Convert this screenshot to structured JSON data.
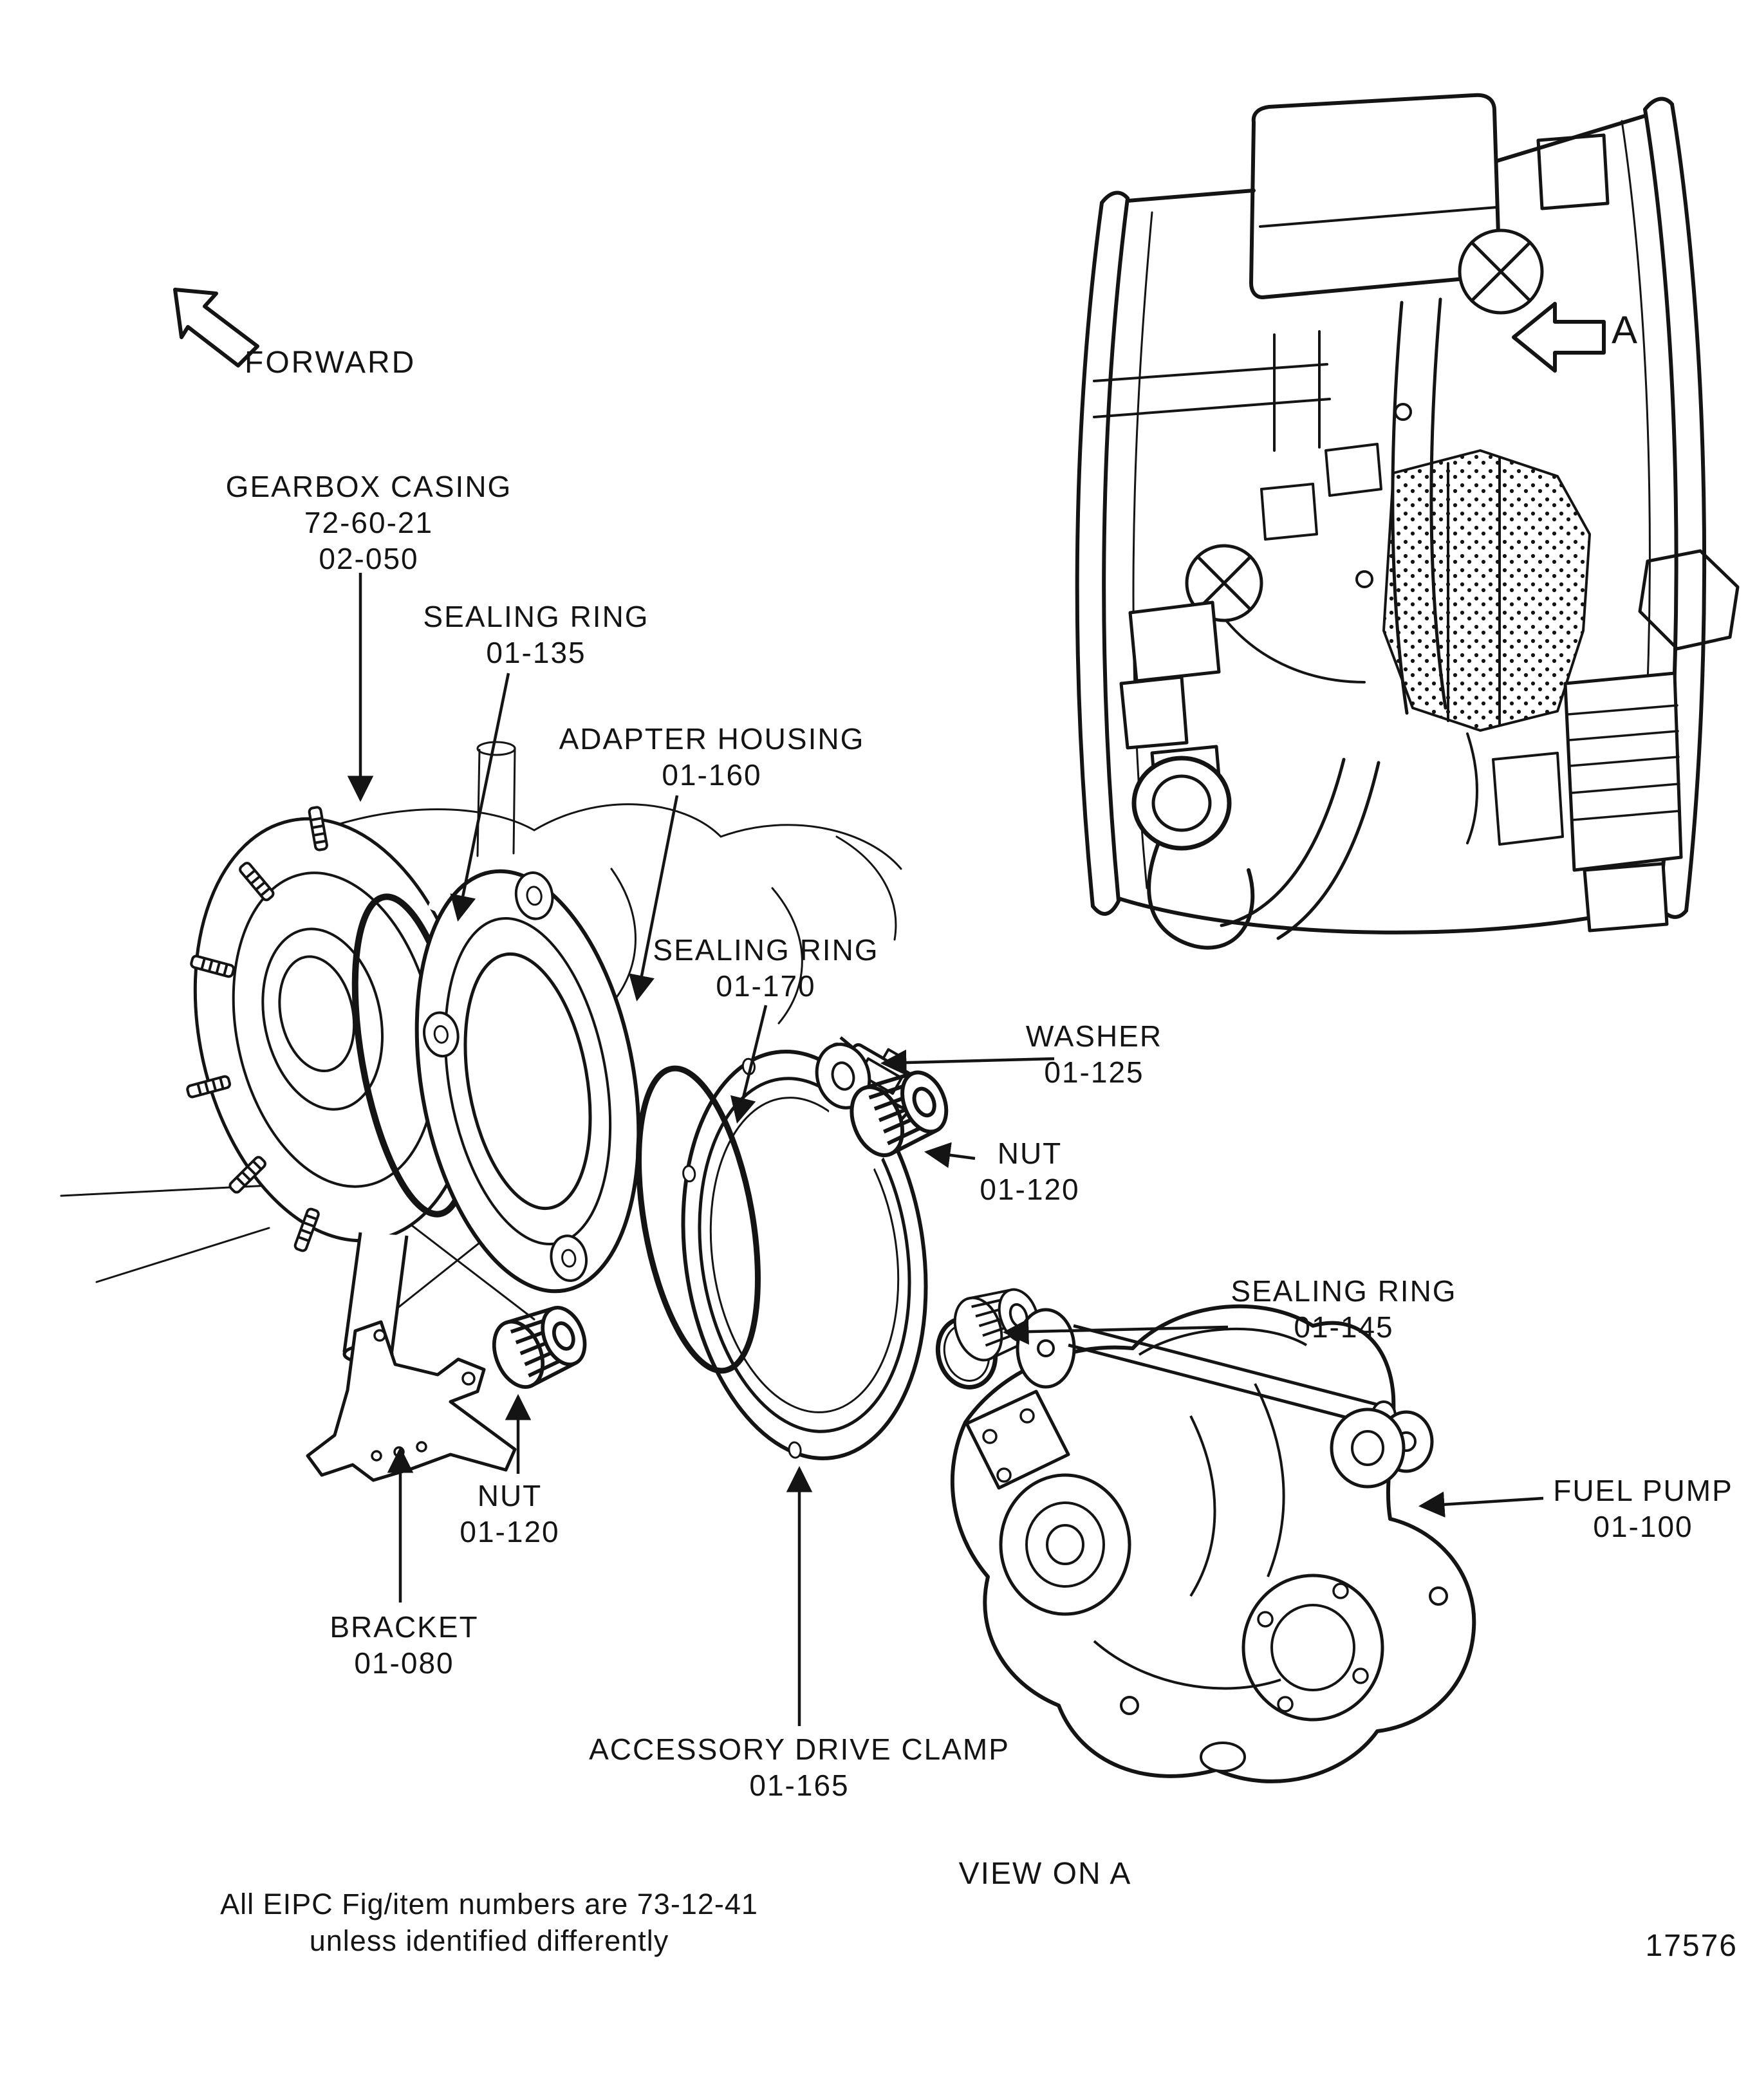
{
  "page": {
    "background": "#ffffff",
    "ink": "#141414",
    "figure_number": "17576",
    "view_caption": "VIEW ON A",
    "orientation_label": "FORWARD",
    "detail_marker": "A",
    "note": {
      "line1": "All EIPC Fig/item numbers are 73-12-41",
      "line2": "unless identified differently"
    }
  },
  "callouts": [
    {
      "id": "gearbox-casing",
      "lines": [
        "GEARBOX CASING",
        "72-60-21",
        "02-050"
      ]
    },
    {
      "id": "sealing-ring-135",
      "lines": [
        "SEALING RING",
        "01-135"
      ]
    },
    {
      "id": "adapter-housing",
      "lines": [
        "ADAPTER HOUSING",
        "01-160"
      ]
    },
    {
      "id": "sealing-ring-170",
      "lines": [
        "SEALING RING",
        "01-170"
      ]
    },
    {
      "id": "washer",
      "lines": [
        "WASHER",
        "01-125"
      ]
    },
    {
      "id": "nut-upper",
      "lines": [
        "NUT",
        "01-120"
      ]
    },
    {
      "id": "sealing-ring-145",
      "lines": [
        "SEALING RING",
        "01-145"
      ]
    },
    {
      "id": "fuel-pump",
      "lines": [
        "FUEL PUMP",
        "01-100"
      ]
    },
    {
      "id": "nut-lower",
      "lines": [
        "NUT",
        "01-120"
      ]
    },
    {
      "id": "bracket",
      "lines": [
        "BRACKET",
        "01-080"
      ]
    },
    {
      "id": "accessory-drive-clamp",
      "lines": [
        "ACCESSORY DRIVE CLAMP",
        "01-165"
      ]
    }
  ]
}
